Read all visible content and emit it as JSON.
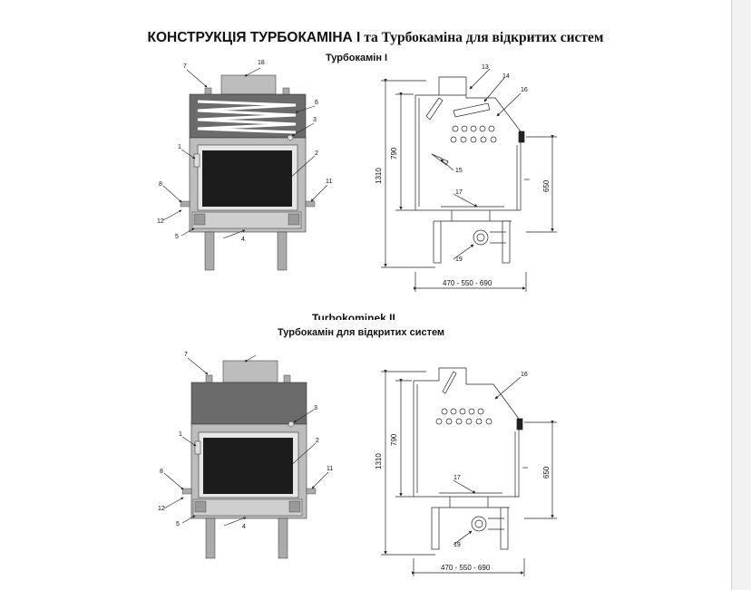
{
  "header": {
    "title_bold": "КОНСТРУКЦІЯ ТУРБОКАМІНА I",
    "title_rest": " та Турбокаміна для відкритих систем"
  },
  "section1": {
    "subtitle": "Турбокамін I",
    "front_callouts": {
      "c7": "7",
      "c18": "18",
      "c6": "6",
      "c3": "3",
      "c1": "1",
      "c2": "2",
      "c8": "8",
      "c11": "11",
      "c12": "12",
      "c5": "5",
      "c4": "4"
    },
    "side_callouts": {
      "c13": "13",
      "c14": "14",
      "c16": "16",
      "c15": "15",
      "c17": "17",
      "c19": "19"
    },
    "dims": {
      "total_height": "1310",
      "upper_height": "790",
      "door_height": "650",
      "depth": "470 - 550 - 690"
    }
  },
  "section2": {
    "subtitle_cut": "Turbokominek II",
    "subtitle": "Турбокамін для відкритих систем",
    "front_callouts": {
      "c7": "7",
      "c3": "3",
      "c1": "1",
      "c2": "2",
      "c8": "8",
      "c11": "11",
      "c12": "12",
      "c5": "5",
      "c4": "4"
    },
    "side_callouts": {
      "c16": "16",
      "c17": "17",
      "c19": "19"
    },
    "dims": {
      "total_height": "1310",
      "upper_height": "790",
      "door_height": "650",
      "depth": "470 - 550 - 690"
    }
  },
  "colors": {
    "body_dark": "#6b6b6b",
    "body_light": "#bdbdbd",
    "glass": "#1c1c1c",
    "line": "#222222"
  }
}
